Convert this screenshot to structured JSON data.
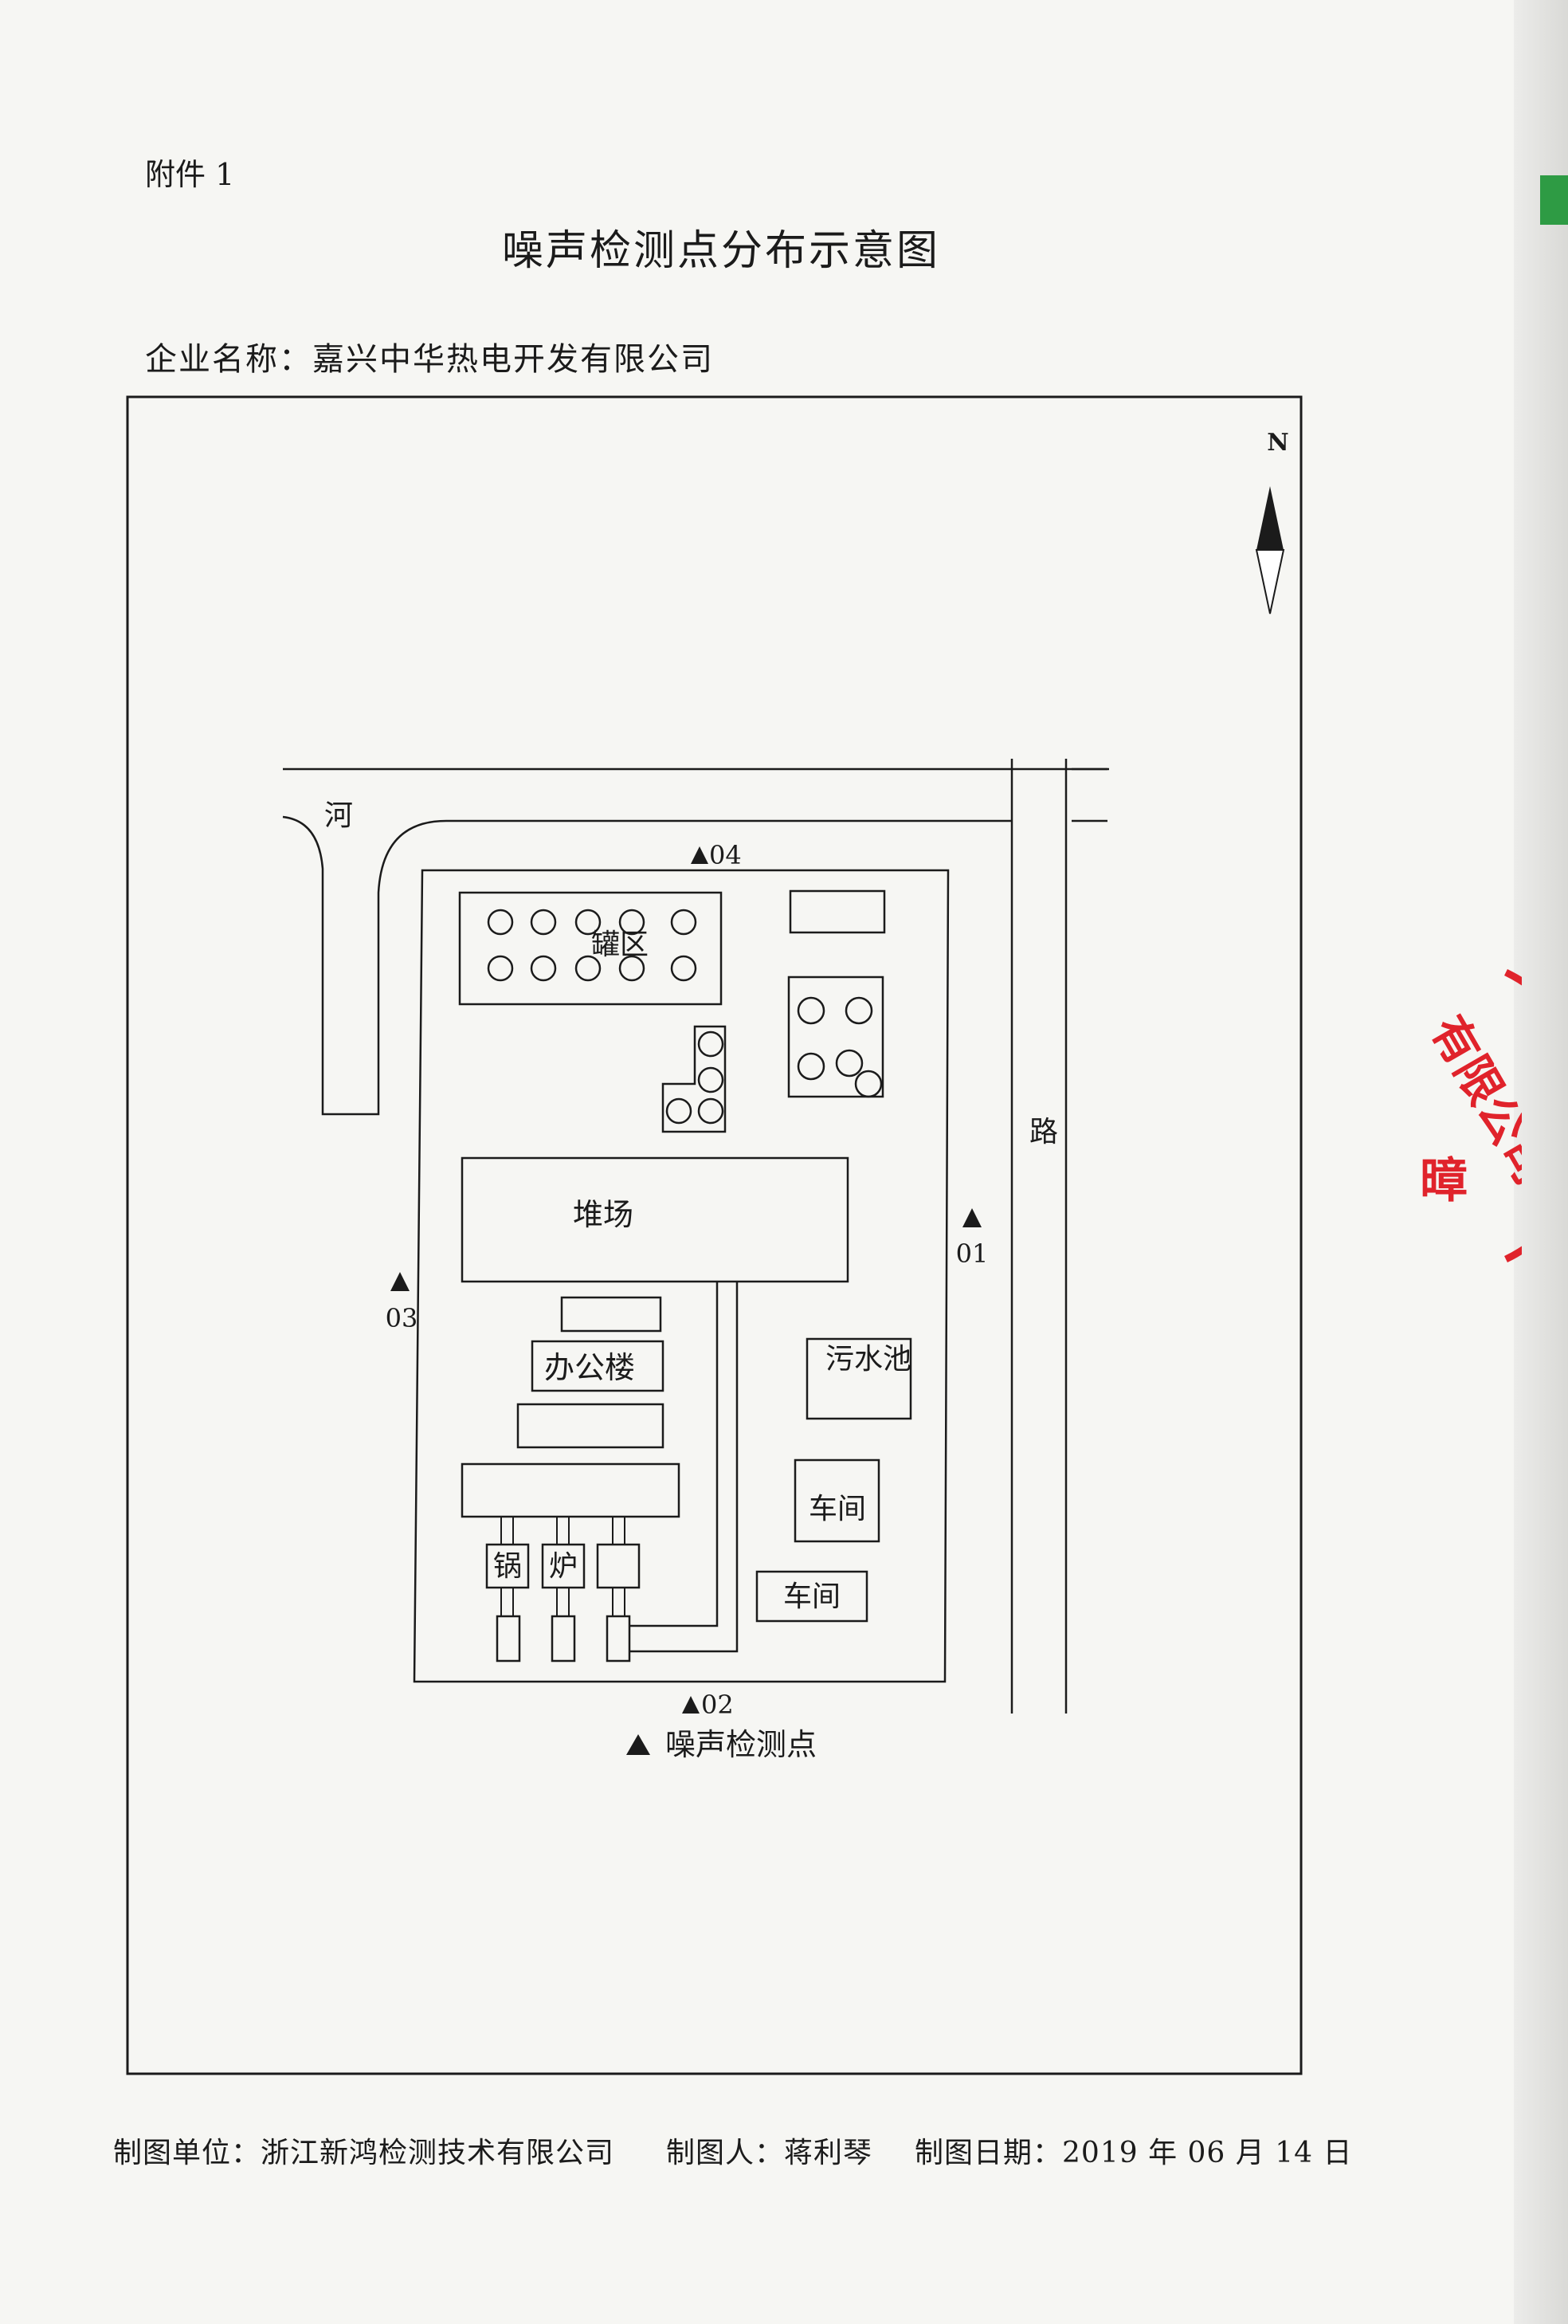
{
  "document": {
    "attachment_label": "附件 1",
    "title": "噪声检测点分布示意图",
    "enterprise_label": "企业名称：",
    "enterprise_name": "嘉兴中华热电开发有限公司"
  },
  "map": {
    "north": "N",
    "river": "河",
    "road": "路",
    "tank_area": "罐区",
    "stockyard": "堆场",
    "office_building": "办公楼",
    "sewage_pool": "污水池",
    "workshop_1": "车间",
    "workshop_2": "车间",
    "boiler_char_1": "锅",
    "boiler_char_2": "炉",
    "points": [
      {
        "id": "01"
      },
      {
        "id": "02"
      },
      {
        "id": "03"
      },
      {
        "id": "04"
      }
    ],
    "legend_label": "噪声检测点"
  },
  "footer": {
    "unit_label": "制图单位：",
    "unit_name": "浙江新鸿检测技术有限公司",
    "drawer_label": "制图人：",
    "drawer_name": "蒋利琴",
    "date_label": "制图日期：",
    "date_value": "2019 年 06 月 14 日"
  },
  "seal": {
    "text": "有限公司",
    "text2": "暲"
  },
  "colors": {
    "ink": "#1b1b1b",
    "seal_red": "#e0232b",
    "tab_green": "#2e9b44"
  }
}
